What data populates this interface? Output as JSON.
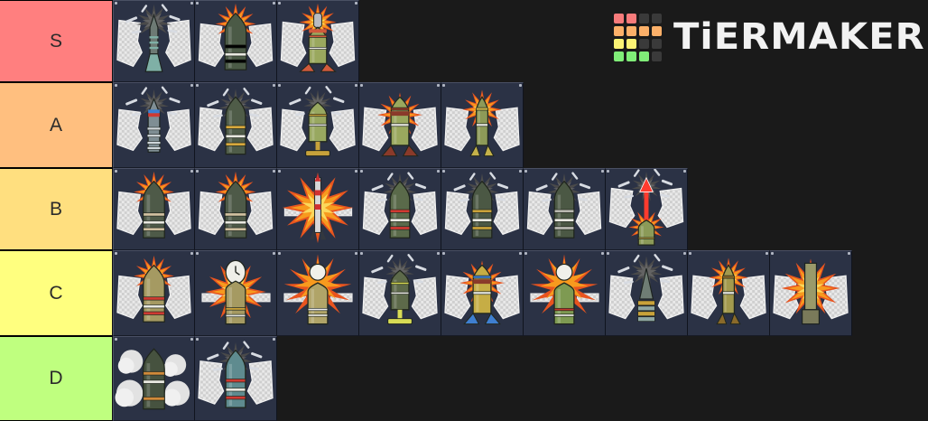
{
  "app": {
    "brand": "TiERMAKER",
    "background_color": "#1a1a1a",
    "tile_background_color": "#2b3245"
  },
  "logo": {
    "name": "tiermaker-logo",
    "text": "TiERMAKER",
    "grid_colors": [
      [
        "#f77b7b",
        "#f77b7b",
        "#3a3a3a",
        "#3a3a3a"
      ],
      [
        "#fcb069",
        "#fcb069",
        "#fcb069",
        "#fcb069"
      ],
      [
        "#fbf374",
        "#fbf374",
        "#3a3a3a",
        "#3a3a3a"
      ],
      [
        "#80ed78",
        "#80ed78",
        "#80ed78",
        "#3a3a3a"
      ]
    ]
  },
  "tiers": [
    {
      "label": "S",
      "color": "#ff7f7f",
      "height": 91,
      "items": [
        {
          "name": "finned-dart-penetrator-shattering",
          "art": "dart-shatter",
          "body": "#6d7a74",
          "accent": "#7fb0a6",
          "burst": "gray"
        },
        {
          "name": "heavy-shell-banded-explosive",
          "art": "shell-burst",
          "body": "#4b5a46",
          "accent": "#d9a котор",
          "burst": "orange"
        },
        {
          "name": "rocket-propelled-grenade-explosive",
          "art": "rocket-burst",
          "body": "#9aa85e",
          "accent": "#d15a3c",
          "burst": "orange"
        }
      ]
    },
    {
      "label": "A",
      "color": "#ffbf7f",
      "height": 95,
      "items": [
        {
          "name": "striped-sabot-round-impact",
          "art": "sabot-impact",
          "body": "#7f8e94",
          "accent": "#3f7fd0",
          "burst": "gray"
        },
        {
          "name": "pointed-shell-shattering",
          "art": "shell-shatter",
          "body": "#4f5c48",
          "accent": "#d8a93d",
          "burst": "gray"
        },
        {
          "name": "mortar-round-impact",
          "art": "mortar-impact",
          "body": "#98a860",
          "accent": "#c7a23a",
          "burst": "gray"
        },
        {
          "name": "finned-missile-explosive",
          "art": "missile-burst",
          "body": "#9aa85e",
          "accent": "#8a3a2a",
          "burst": "orange"
        },
        {
          "name": "slim-finned-rocket-explosive",
          "art": "slim-rocket-burst",
          "body": "#8d9a58",
          "accent": "#c5b24a",
          "burst": "orange"
        }
      ]
    },
    {
      "label": "B",
      "color": "#ffdf7f",
      "height": 91,
      "items": [
        {
          "name": "banded-shell-explosive",
          "art": "shell-burst",
          "body": "#4e5a48",
          "accent": "#d0c0a0",
          "burst": "orange"
        },
        {
          "name": "ogive-shell-explosive",
          "art": "shell-burst",
          "body": "#4e5a48",
          "accent": "#d0c0a0",
          "burst": "orange"
        },
        {
          "name": "red-white-missile-detonation",
          "art": "big-blast-missile",
          "body": "#d8d8d8",
          "accent": "#d03030",
          "burst": "orange"
        },
        {
          "name": "red-banded-shell-shattering",
          "art": "shell-shatter",
          "body": "#5a6a4a",
          "accent": "#cf3a32",
          "burst": "gray"
        },
        {
          "name": "ribbed-shell-shattering",
          "art": "shell-shatter",
          "body": "#4b5844",
          "accent": "#c9a23a",
          "burst": "gray"
        },
        {
          "name": "plain-shell-shattering",
          "art": "shell-shatter",
          "body": "#4b5844",
          "accent": "#b8b8b0",
          "burst": "gray"
        },
        {
          "name": "upward-arrow-shell-launch",
          "art": "arrow-launch",
          "body": "#8b9a58",
          "accent": "#ff3b2e",
          "burst": "orange"
        }
      ]
    },
    {
      "label": "C",
      "color": "#ffff7f",
      "height": 95,
      "items": [
        {
          "name": "tall-shell-red-band-explosive",
          "art": "shell-burst",
          "body": "#a59a62",
          "accent": "#cf3a32",
          "burst": "orange"
        },
        {
          "name": "timed-fuze-shell-explosive",
          "art": "timer-shell-burst",
          "body": "#a59a62",
          "accent": "#e8e8e0",
          "burst": "orange"
        },
        {
          "name": "proximity-fuze-shell-burst",
          "art": "prox-shell-burst",
          "body": "#b0a468",
          "accent": "#ececec",
          "burst": "orange"
        },
        {
          "name": "yellow-tip-mortar-shatter",
          "art": "mortar-impact",
          "body": "#5d6a4a",
          "accent": "#d8dc55",
          "burst": "gray"
        },
        {
          "name": "finned-rocket-explosive",
          "art": "missile-burst",
          "body": "#c6ad45",
          "accent": "#3f7fd0",
          "burst": "orange"
        },
        {
          "name": "airburst-shell-flare",
          "art": "prox-shell-burst",
          "body": "#7e9a52",
          "accent": "#c0392b",
          "burst": "orange"
        },
        {
          "name": "spike-nose-round-impact",
          "art": "spike-impact",
          "body": "#6f7d74",
          "accent": "#c9a23a",
          "burst": "gray"
        },
        {
          "name": "thin-finned-missile-explosive",
          "art": "slim-rocket-burst",
          "body": "#a39a4e",
          "accent": "#8a6a2a",
          "burst": "orange"
        },
        {
          "name": "flat-base-round-explosive",
          "art": "flatbase-burst",
          "body": "#9a9a6a",
          "accent": "#7a7a5a",
          "burst": "orange"
        }
      ]
    },
    {
      "label": "D",
      "color": "#bfff7f",
      "height": 94,
      "items": [
        {
          "name": "smoke-shell-cloud",
          "art": "smoke-shell",
          "body": "#46523f",
          "accent": "#d08a3a",
          "burst": "smoke"
        },
        {
          "name": "teal-shell-shattering",
          "art": "shell-shatter",
          "body": "#5f8b8f",
          "accent": "#cf3a32",
          "burst": "gray"
        }
      ]
    }
  ]
}
